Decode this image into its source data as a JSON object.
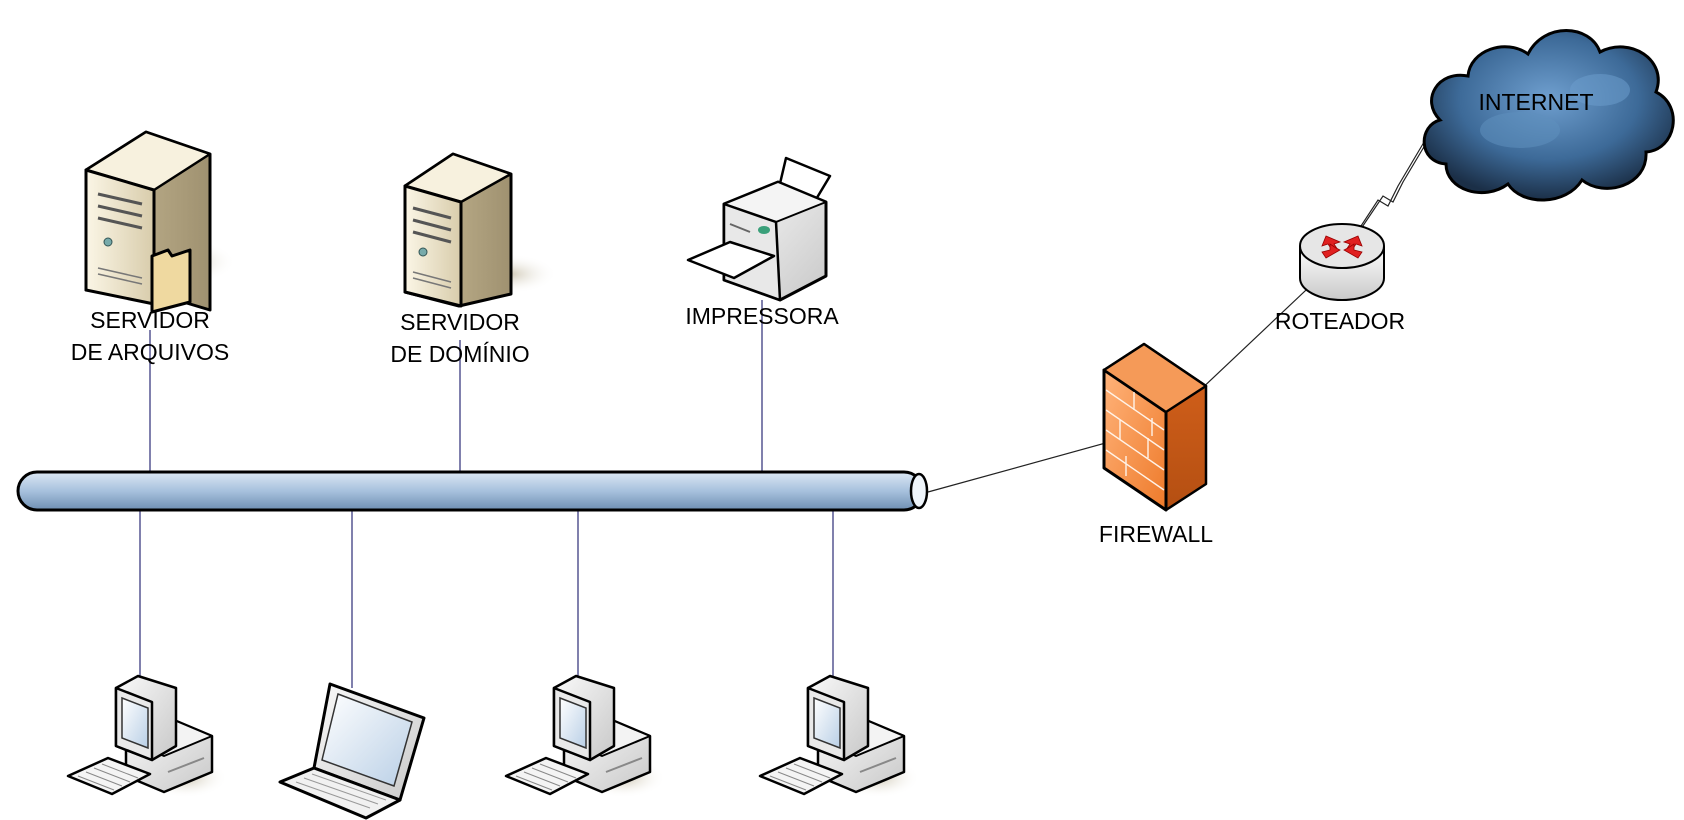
{
  "nodes": {
    "file_server": {
      "line1": "SERVIDOR",
      "line2": "DE ARQUIVOS"
    },
    "domain_server": {
      "line1": "SERVIDOR",
      "line2": "DE DOMÍNIO"
    },
    "printer": {
      "label": "IMPRESSORA"
    },
    "router": {
      "label": "ROTEADOR"
    },
    "firewall": {
      "label": "FIREWALL"
    },
    "internet": {
      "label": "INTERNET"
    }
  },
  "colors": {
    "backbone": "#a8c4e0",
    "firewall": "#f28a3c",
    "cloud": "#2a4a6a",
    "drop_line": "#4a4a8a"
  }
}
